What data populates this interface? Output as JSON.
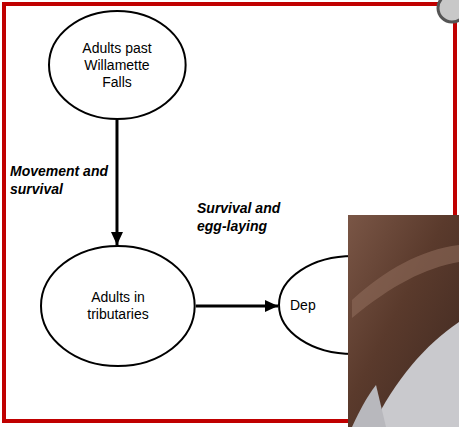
{
  "diagram": {
    "nodes": [
      {
        "text": [
          "Adults past Willamette Falls"
        ]
      },
      {
        "text": [
          "Adults in tributaries"
        ]
      },
      {
        "text": [
          "Dep"
        ]
      }
    ],
    "edges": [
      {
        "from": 0,
        "to": 1,
        "arrow": "to",
        "label": "Movement and survival"
      },
      {
        "from": 1,
        "to": 2,
        "arrow": "to",
        "label": "Survival and egg-laying"
      }
    ]
  }
}
